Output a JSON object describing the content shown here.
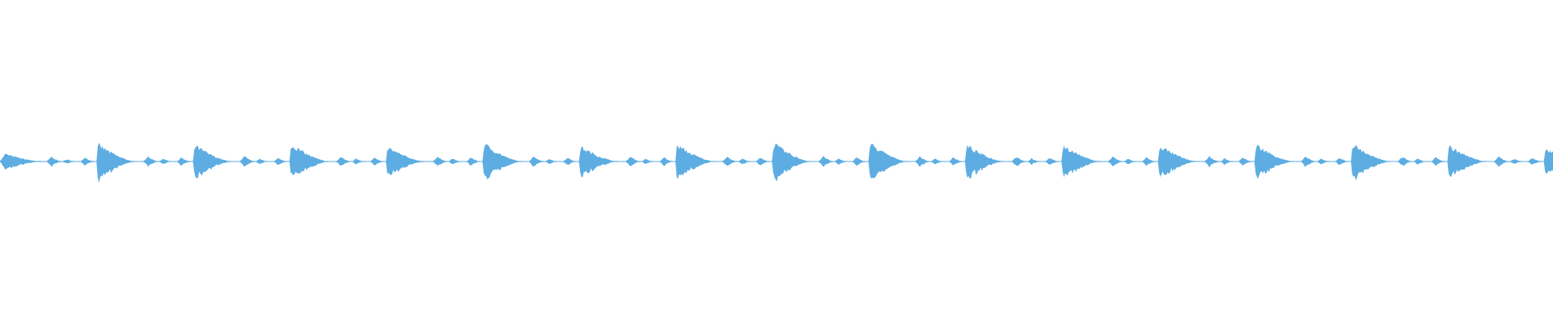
{
  "waveform": {
    "color": "#5dade2",
    "background": "#ffffff",
    "beats": [
      {
        "level": 0.42,
        "fills": [
          0.28,
          0.14,
          0.24
        ]
      },
      {
        "level": 0.95,
        "fills": [
          0.3,
          0.18,
          0.22
        ]
      },
      {
        "level": 0.9,
        "fills": [
          0.3,
          0.16,
          0.2
        ]
      },
      {
        "level": 0.96,
        "fills": [
          0.26,
          0.18,
          0.22
        ]
      },
      {
        "level": 0.78,
        "fills": [
          0.28,
          0.18,
          0.24
        ]
      },
      {
        "level": 0.98,
        "fills": [
          0.3,
          0.16,
          0.22
        ]
      },
      {
        "level": 0.82,
        "fills": [
          0.28,
          0.16,
          0.24
        ]
      },
      {
        "level": 0.92,
        "fills": [
          0.28,
          0.18,
          0.24
        ]
      },
      {
        "level": 1.0,
        "fills": [
          0.3,
          0.18,
          0.24
        ]
      },
      {
        "level": 1.0,
        "fills": [
          0.28,
          0.16,
          0.24
        ]
      },
      {
        "level": 0.9,
        "fills": [
          0.28,
          0.18,
          0.22
        ]
      },
      {
        "level": 0.9,
        "fills": [
          0.28,
          0.16,
          0.24
        ]
      },
      {
        "level": 0.88,
        "fills": [
          0.28,
          0.18,
          0.24
        ]
      },
      {
        "level": 0.92,
        "fills": [
          0.28,
          0.16,
          0.22
        ]
      },
      {
        "level": 0.96,
        "fills": [
          0.28,
          0.18,
          0.24
        ]
      },
      {
        "level": 0.86,
        "fills": [
          0.28,
          0.16,
          0.22
        ]
      },
      {
        "level": 0.72,
        "fills": [
          0.28,
          0.16,
          0.22
        ]
      }
    ]
  }
}
